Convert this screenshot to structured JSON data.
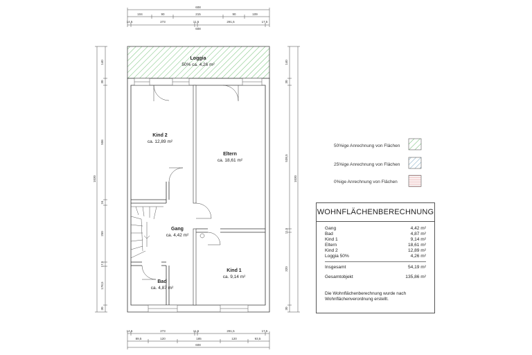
{
  "dimensions": {
    "top_total": "608",
    "top_segments": [
      "104",
      "90",
      "215",
      "90",
      "109"
    ],
    "top_detail": [
      "14,5",
      "273",
      "11,5",
      "291,5",
      "17,5"
    ],
    "top_inner_total": "608",
    "bottom_detail": [
      "14,5",
      "273",
      "11,5",
      "291,5",
      "17,5"
    ],
    "bottom_segments": [
      "89,5",
      "120",
      "185",
      "120",
      "93,5"
    ],
    "bottom_total": "608",
    "left_segments": [
      "140",
      "30",
      "506",
      "24",
      "250",
      "17,5",
      "178,5",
      "30"
    ],
    "left_total": "1030",
    "right_segments": [
      "140",
      "30",
      "538,5",
      "11,5",
      "320",
      "30"
    ],
    "right_total": "1030"
  },
  "rooms": {
    "loggia": {
      "name": "Loggia",
      "area": "50% ca. 4,26 m²"
    },
    "kind2": {
      "name": "Kind 2",
      "area": "ca. 12,89 m²"
    },
    "eltern": {
      "name": "Eltern",
      "area": "ca. 18,61 m²"
    },
    "gang": {
      "name": "Gang",
      "area": "ca. 4,42 m²"
    },
    "bad": {
      "name": "Bad",
      "area": "ca. 4,87 m²"
    },
    "kind1": {
      "name": "Kind 1",
      "area": "ca. 9,14 m²"
    }
  },
  "legend": [
    {
      "label": "50%ige Anrechnung von Flächen",
      "color": "#6fbf73"
    },
    {
      "label": "25%ige Anrechnung von Flächen",
      "color": "#6f9fbf"
    },
    {
      "label": "0%ige Anrechnung von Flächen",
      "color": "#e39a9a"
    }
  ],
  "summary": {
    "title": "WOHNFLÄCHENBERECHNUNG",
    "rows": [
      {
        "label": "Gang",
        "value": "4,42 m²"
      },
      {
        "label": "Bad",
        "value": "4,87 m²"
      },
      {
        "label": "Kind 1",
        "value": "9,14 m²"
      },
      {
        "label": "Eltern",
        "value": "18,61 m²"
      },
      {
        "label": "Kind 2",
        "value": "12,89 m²"
      },
      {
        "label": "Loggia 50%",
        "value": "4,26 m²"
      }
    ],
    "total_label": "Insgesamt",
    "total_value": "54,19 m²",
    "object_label": "Gesamtobjekt",
    "object_value": "135,86 m²",
    "note": "Die Wohnflächenberechnung wurde nach Wohnflächenverordnung erstellt."
  }
}
